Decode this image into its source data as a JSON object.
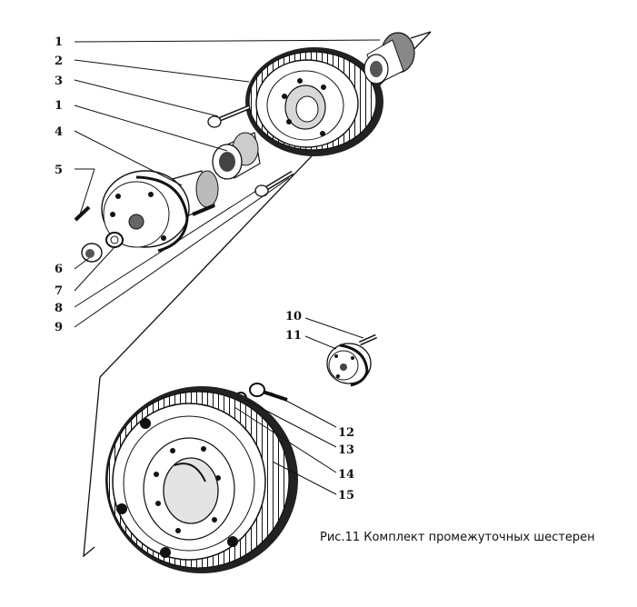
{
  "figure": {
    "caption": "Рис.11 Комплект промежуточных шестерен",
    "callouts": [
      "1",
      "2",
      "3",
      "1",
      "4",
      "5",
      "6",
      "7",
      "8",
      "9",
      "10",
      "11",
      "12",
      "13",
      "14",
      "15"
    ]
  }
}
